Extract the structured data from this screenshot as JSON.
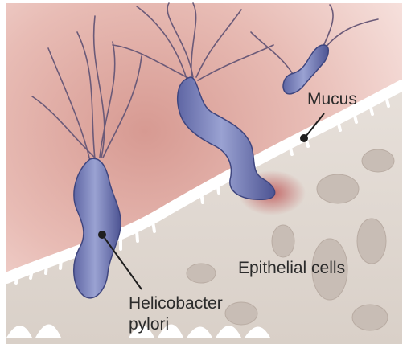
{
  "figure": {
    "labels": {
      "mucus": "Mucus",
      "epithelial_cells": "Epithelial cells",
      "bacterium_line1": "Helicobacter",
      "bacterium_line2": "pylori"
    }
  }
}
